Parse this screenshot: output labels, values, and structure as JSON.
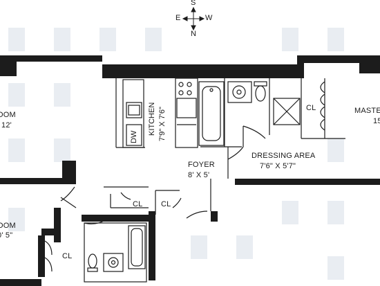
{
  "compass": {
    "north": "S",
    "south": "N",
    "east": "E",
    "west": "W"
  },
  "rooms": {
    "living_label": "OOM",
    "living_dims": "12'",
    "second_label": "OOM",
    "second_dims": "0' 5\"",
    "kitchen_label": "KITCHEN",
    "kitchen_dims": "7'9\" X 7'6\"",
    "dishwasher": "DW",
    "foyer_label": "FOYER",
    "foyer_dims": "8' X 5'",
    "dressing_label": "DRESSING AREA",
    "dressing_dims": "7'6\" X 5'7\"",
    "master_label": "MASTE",
    "master_dims": "15",
    "closet": "CL"
  },
  "colors": {
    "wall": "#1c1c1c",
    "watermark": "#e9edf2",
    "line": "#1c1c1c"
  }
}
